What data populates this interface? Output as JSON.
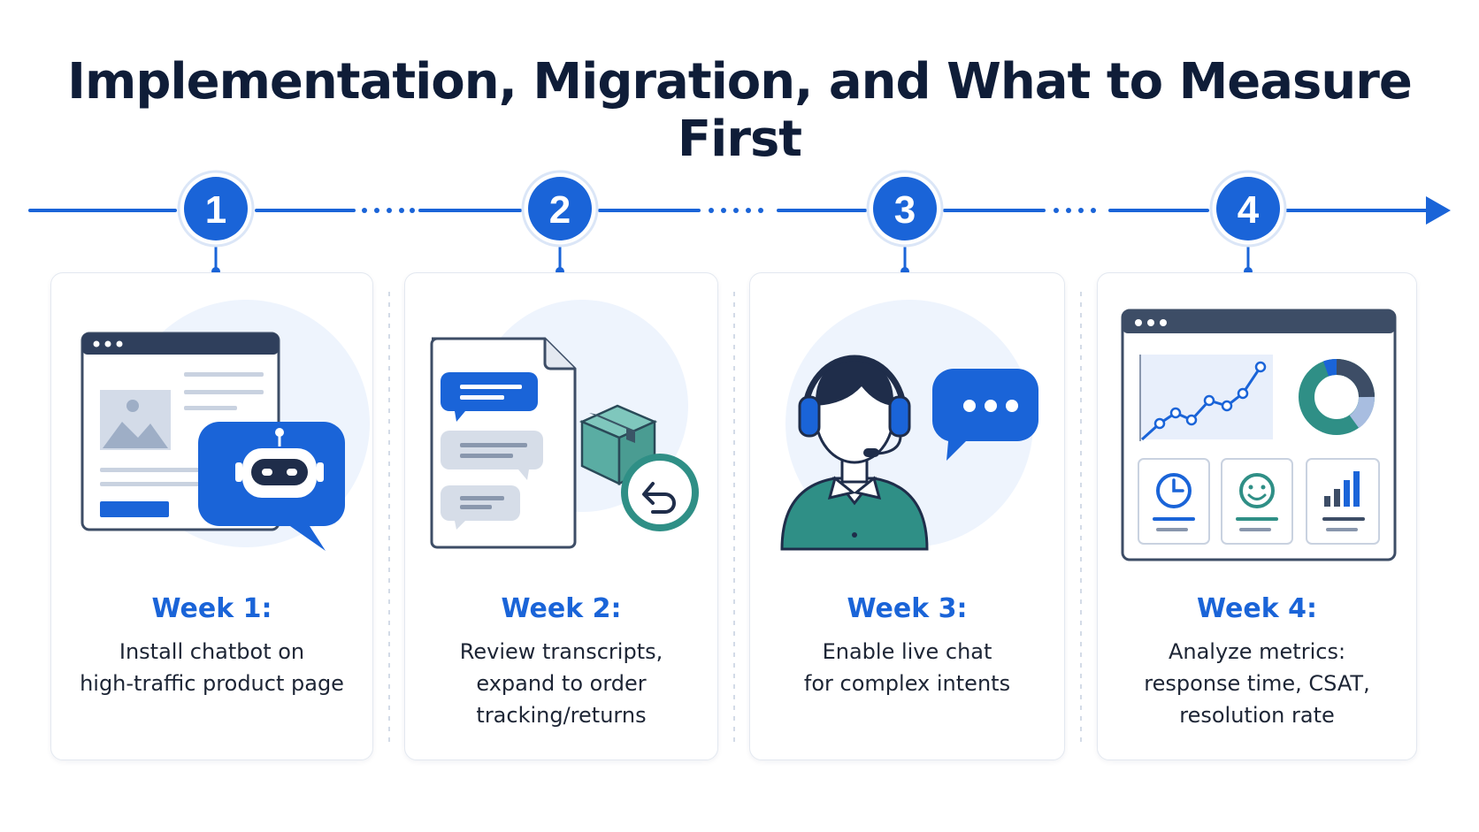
{
  "title": "Implementation, Migration, and What to Measure First",
  "colors": {
    "accent": "#1a64d8",
    "text": "#1d2535",
    "teal": "#2f8f86",
    "title": "#0f1d38"
  },
  "steps": [
    {
      "number": "1",
      "week": "Week 1:",
      "lines": [
        "Install chatbot on",
        "high-traffic product page"
      ],
      "icon": "chatbot-website-icon"
    },
    {
      "number": "2",
      "week": "Week 2:",
      "lines": [
        "Review transcripts,",
        "expand to order",
        "tracking/returns"
      ],
      "icon": "transcripts-returns-icon"
    },
    {
      "number": "3",
      "week": "Week 3:",
      "lines": [
        "Enable live chat",
        "for complex intents"
      ],
      "icon": "live-agent-icon"
    },
    {
      "number": "4",
      "week": "Week 4:",
      "lines": [
        "Analyze metrics:",
        "response time, CSAT,",
        "resolution rate"
      ],
      "icon": "metrics-dashboard-icon"
    }
  ]
}
